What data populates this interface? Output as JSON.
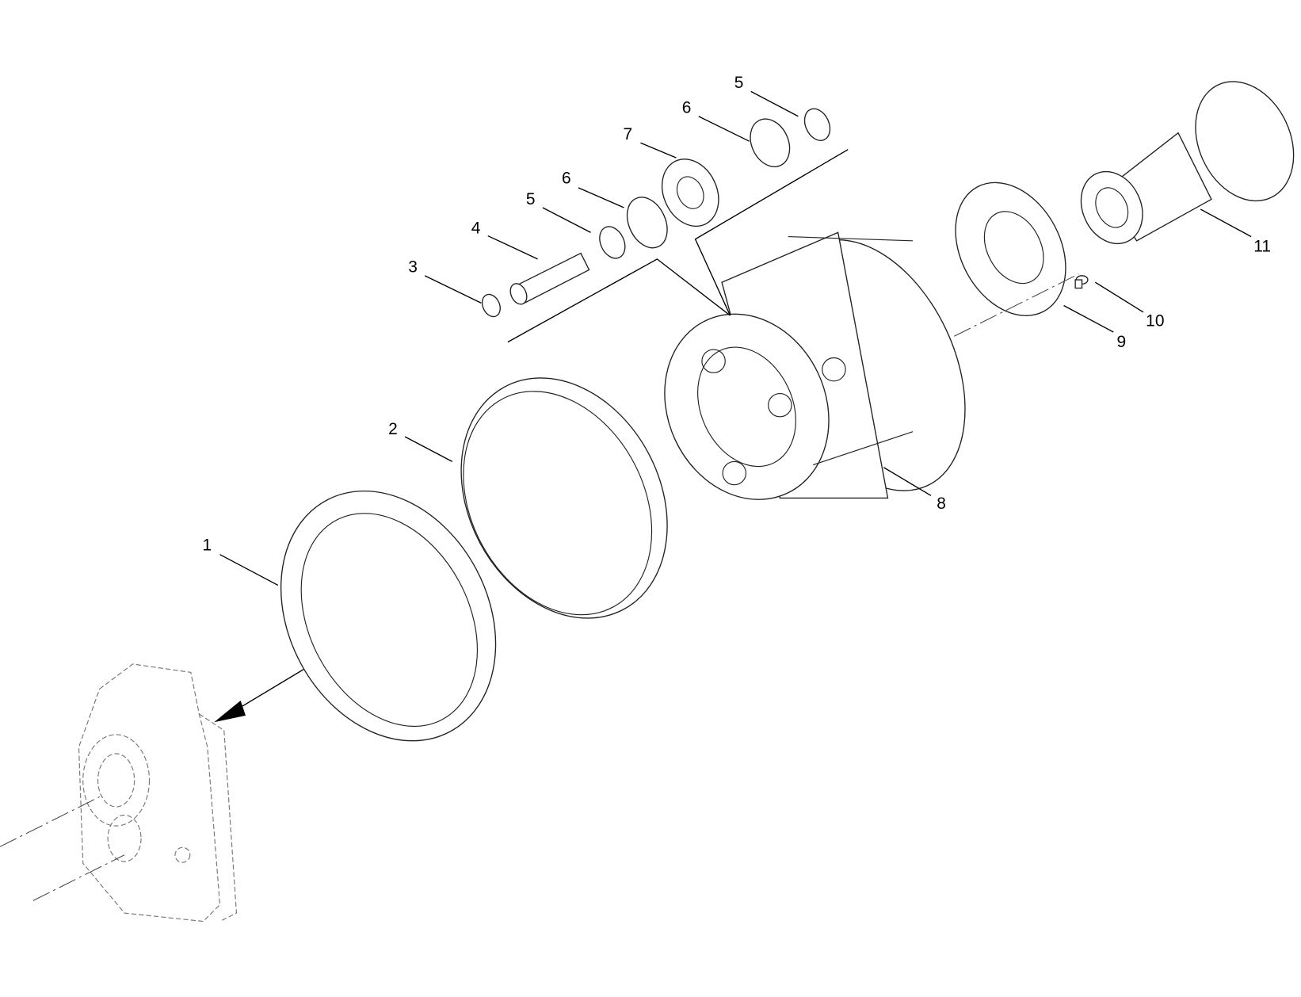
{
  "callouts": [
    {
      "id": "c5a",
      "text": "5"
    },
    {
      "id": "c6a",
      "text": "6"
    },
    {
      "id": "c7",
      "text": "7"
    },
    {
      "id": "c6b",
      "text": "6"
    },
    {
      "id": "c5b",
      "text": "5"
    },
    {
      "id": "c4",
      "text": "4"
    },
    {
      "id": "c3",
      "text": "3"
    },
    {
      "id": "c2",
      "text": "2"
    },
    {
      "id": "c1",
      "text": "1"
    },
    {
      "id": "c8",
      "text": "8"
    },
    {
      "id": "c9",
      "text": "9"
    },
    {
      "id": "c10",
      "text": "10"
    },
    {
      "id": "c11",
      "text": "11"
    }
  ]
}
